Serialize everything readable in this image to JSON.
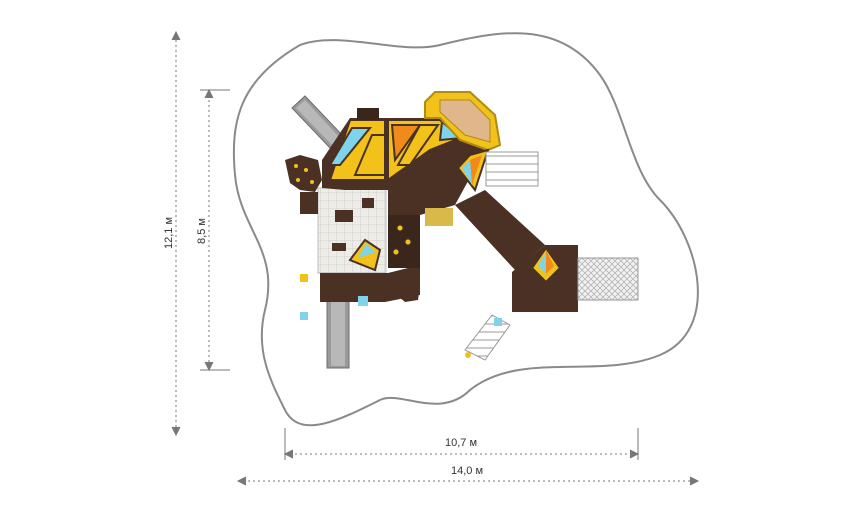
{
  "dimensions": {
    "overall_height": "12,1 м",
    "platform_height": "8,5 м",
    "platform_width": "10,7 м",
    "overall_width": "14,0 м"
  },
  "colors": {
    "outline": "#8a8a8a",
    "deck": "#4a3124",
    "deck_dark": "#3a261b",
    "yellow": "#f2c21a",
    "orange": "#f08a1a",
    "cyan": "#7fd3ea",
    "panel": "#e6e2d8",
    "grid": "#cfcfcf",
    "metal": "#9a9a9a",
    "dim_line": "#777777"
  },
  "icons": [
    "arrow-up-icon",
    "arrow-down-icon",
    "arrow-left-icon",
    "arrow-right-icon"
  ]
}
